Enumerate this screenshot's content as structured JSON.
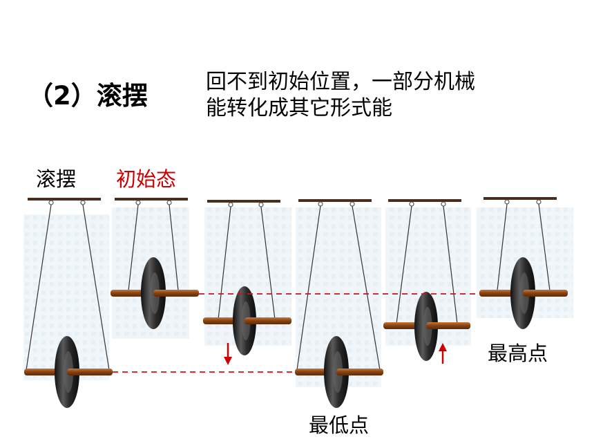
{
  "heading": "（2）滚摆",
  "description_lines": [
    "回不到初始位置，一部分机械",
    "能转化成其它形式能"
  ],
  "labels": {
    "pendulum": "滚摆",
    "initial_state": "初始态",
    "lowest_point": "最低点",
    "highest_point": "最高点"
  },
  "colors": {
    "text": "#000000",
    "highlight": "#cc0000",
    "dashed_line": "#d01010",
    "axle": "#8b4513",
    "wheel": "#333333",
    "bar": "#4a2e1c"
  },
  "frames": [
    {
      "stage": "start, lowest position"
    },
    {
      "stage": "initial state"
    },
    {
      "stage": "descending",
      "motion": "down"
    },
    {
      "stage": "lowest point"
    },
    {
      "stage": "ascending",
      "motion": "up"
    },
    {
      "stage": "highest point"
    }
  ]
}
